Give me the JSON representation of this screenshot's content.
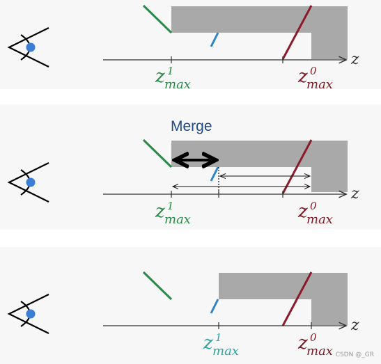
{
  "axis": {
    "label": "z"
  },
  "labels": {
    "z": "z",
    "max": "max",
    "sup_one": "1",
    "sup_zero": "0"
  },
  "merge": {
    "label": "Merge"
  },
  "colors": {
    "eye_pupil": "#3a7fd6",
    "green_segment": "#2a8a4a",
    "blue_segment": "#2e86c8",
    "dark_red_segment": "#8b1a2b",
    "gray_region": "#a9a9a9",
    "merge_label": "#1f4a8a",
    "z1_label_panel1": "#2a8a4a",
    "z1_label_panel2": "#2a8a4a",
    "z1_label_panel3": "#2aa7a0",
    "z0_label": "#7a1a24"
  },
  "watermark": "CSDN @_GR",
  "icons": [
    "eye-icon",
    "arrow-icon"
  ]
}
